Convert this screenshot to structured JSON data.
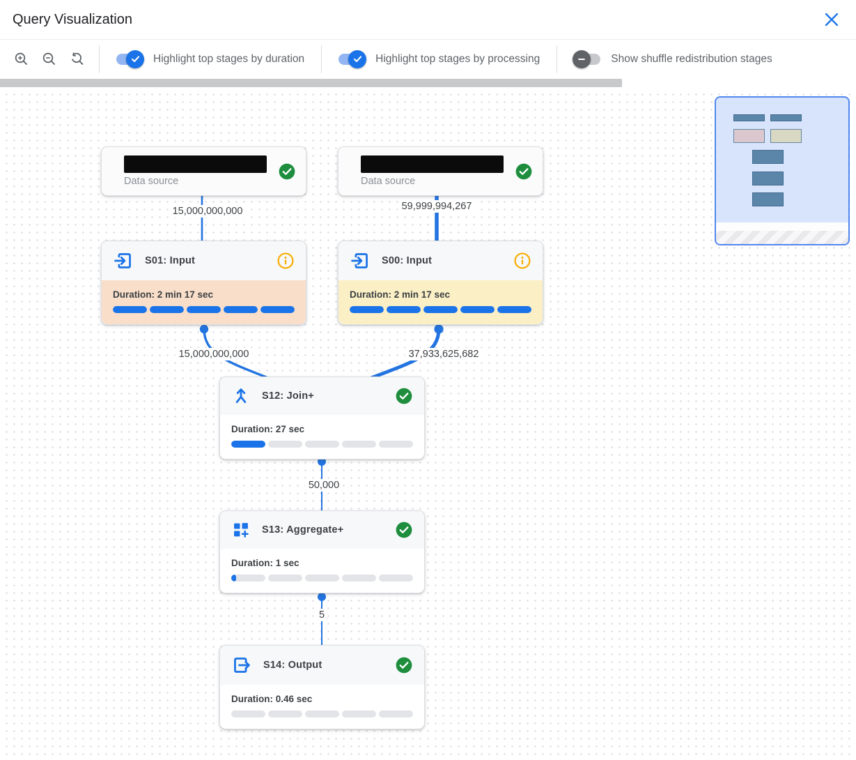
{
  "header": {
    "title": "Query Visualization"
  },
  "toolbar": {
    "zoom_in_tooltip": "zoom in",
    "zoom_out_tooltip": "zoom out",
    "zoom_reset_tooltip": "reset zoom",
    "toggles": [
      {
        "label": "Highlight top stages by duration",
        "state": "on"
      },
      {
        "label": "Highlight top stages by processing",
        "state": "on"
      },
      {
        "label": "Show shuffle redistribution stages",
        "state": "off"
      }
    ]
  },
  "graph": {
    "nodes": [
      {
        "id": "ds-left",
        "kind": "data_source",
        "label": "Data source",
        "name_redacted": true,
        "status": "completed"
      },
      {
        "id": "ds-right",
        "kind": "data_source",
        "label": "Data source",
        "name_redacted": true,
        "status": "completed"
      },
      {
        "id": "s01",
        "title": "S01: Input",
        "duration": "Duration: 2 min 17 sec",
        "progress_pct": 100,
        "highlight": "top-by-duration",
        "status": "info"
      },
      {
        "id": "s00",
        "title": "S00: Input",
        "duration": "Duration: 2 min 17 sec",
        "progress_pct": 100,
        "highlight": "top-by-processing",
        "status": "info"
      },
      {
        "id": "s12",
        "title": "S12: Join+",
        "duration": "Duration: 27 sec",
        "progress_pct": 20,
        "highlight": "none",
        "status": "completed"
      },
      {
        "id": "s13",
        "title": "S13: Aggregate+",
        "duration": "Duration: 1 sec",
        "progress_pct": 3,
        "highlight": "none",
        "status": "completed"
      },
      {
        "id": "s14",
        "title": "S14: Output",
        "duration": "Duration: 0.46 sec",
        "progress_pct": 0,
        "highlight": "none",
        "status": "completed"
      }
    ],
    "edges": [
      {
        "from": "ds-left",
        "to": "s01",
        "rows": "15,000,000,000"
      },
      {
        "from": "ds-right",
        "to": "s00",
        "rows": "59,999,994,267"
      },
      {
        "from": "s01",
        "to": "s12",
        "rows": "15,000,000,000"
      },
      {
        "from": "s00",
        "to": "s12",
        "rows": "37,933,625,682"
      },
      {
        "from": "s12",
        "to": "s13",
        "rows": "50,000"
      },
      {
        "from": "s13",
        "to": "s14",
        "rows": "5"
      }
    ]
  },
  "colors": {
    "accent_blue": "#1A73E8",
    "success_green": "#1E8E3E",
    "info_orange": "#F9AB00",
    "duration_highlight_bg": "#F9DEC9",
    "processing_highlight_bg": "#FAEFC5"
  }
}
